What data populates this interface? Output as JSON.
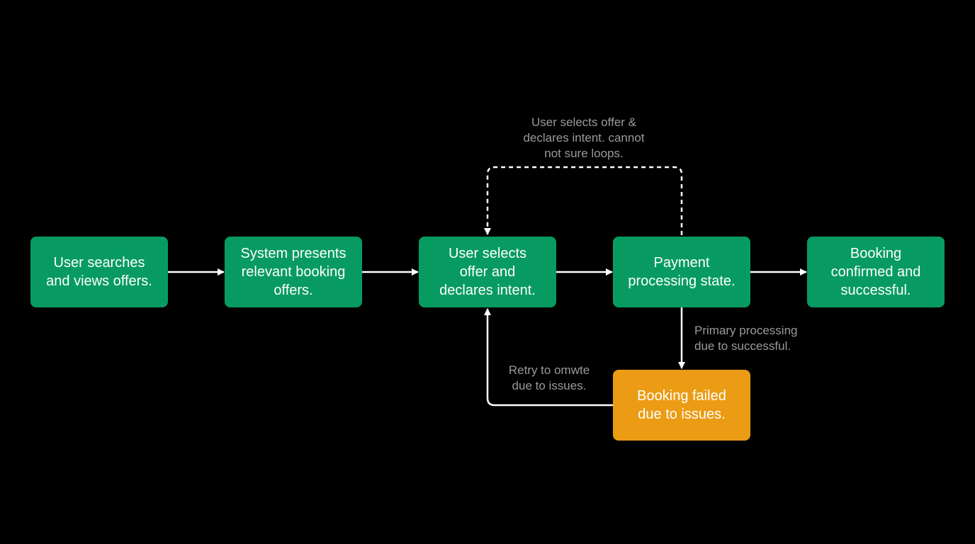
{
  "colors": {
    "background": "#000000",
    "step": "#079b61",
    "failure": "#eb9c14",
    "arrow": "#ffffff",
    "annotation": "#9a9a9a"
  },
  "nodes": [
    {
      "id": "n1",
      "text": "User searches\nand views offers.",
      "kind": "step"
    },
    {
      "id": "n2",
      "text": "System presents\nrelevant booking\noffers.",
      "kind": "step"
    },
    {
      "id": "n3",
      "text": "User selects\noffer and\ndeclares intent.",
      "kind": "step"
    },
    {
      "id": "n4",
      "text": "Payment\nprocessing state.",
      "kind": "step"
    },
    {
      "id": "n5",
      "text": "Booking\nconfirmed and\nsuccessful.",
      "kind": "step"
    },
    {
      "id": "n6",
      "text": "Booking failed\ndue to issues.",
      "kind": "failure"
    }
  ],
  "annotations": {
    "loop": "User selects offer &\ndeclares intent. cannot\nnot sure loops.",
    "primary": "Primary processing\ndue to successful.",
    "retry": "Retry to omwte\ndue to issues."
  },
  "edges": [
    {
      "from": "n1",
      "to": "n2",
      "style": "solid"
    },
    {
      "from": "n2",
      "to": "n3",
      "style": "solid"
    },
    {
      "from": "n3",
      "to": "n4",
      "style": "solid"
    },
    {
      "from": "n4",
      "to": "n5",
      "style": "solid"
    },
    {
      "from": "n4",
      "to": "n3",
      "style": "dashed",
      "note": "loop"
    },
    {
      "from": "n4",
      "to": "n6",
      "style": "solid",
      "note": "primary"
    },
    {
      "from": "n6",
      "to": "n3",
      "style": "solid",
      "note": "retry"
    }
  ]
}
